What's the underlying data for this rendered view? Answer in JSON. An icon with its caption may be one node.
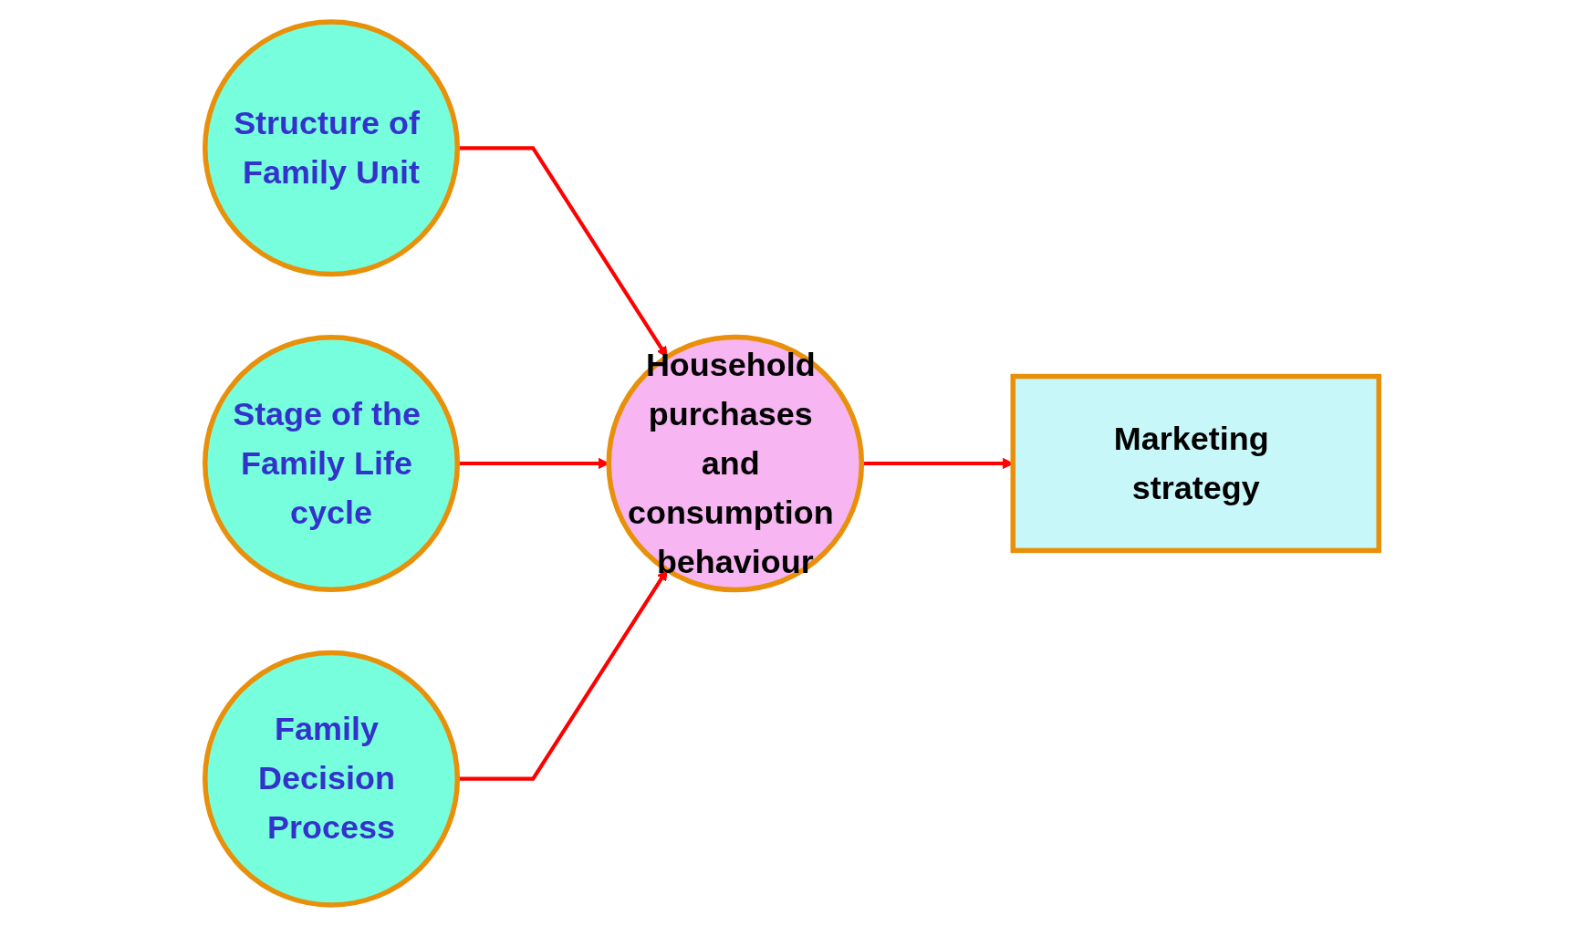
{
  "diagram": {
    "nodes": [
      {
        "text": [
          "Structure of Family Unit"
        ]
      },
      {
        "text": [
          "Stage of the Family Life cycle"
        ]
      },
      {
        "text": [
          "Family Decision Process"
        ]
      },
      {
        "text": [
          "Household purchases and consumption behaviour"
        ]
      },
      {
        "text": [
          "Marketing strategy"
        ]
      }
    ],
    "edges": [
      {
        "from": 0,
        "to": 3,
        "arrow": "to"
      },
      {
        "from": 1,
        "to": 3,
        "arrow": "to"
      },
      {
        "from": 2,
        "to": 3,
        "arrow": "to"
      },
      {
        "from": 3,
        "to": 4,
        "arrow": "to"
      }
    ]
  }
}
